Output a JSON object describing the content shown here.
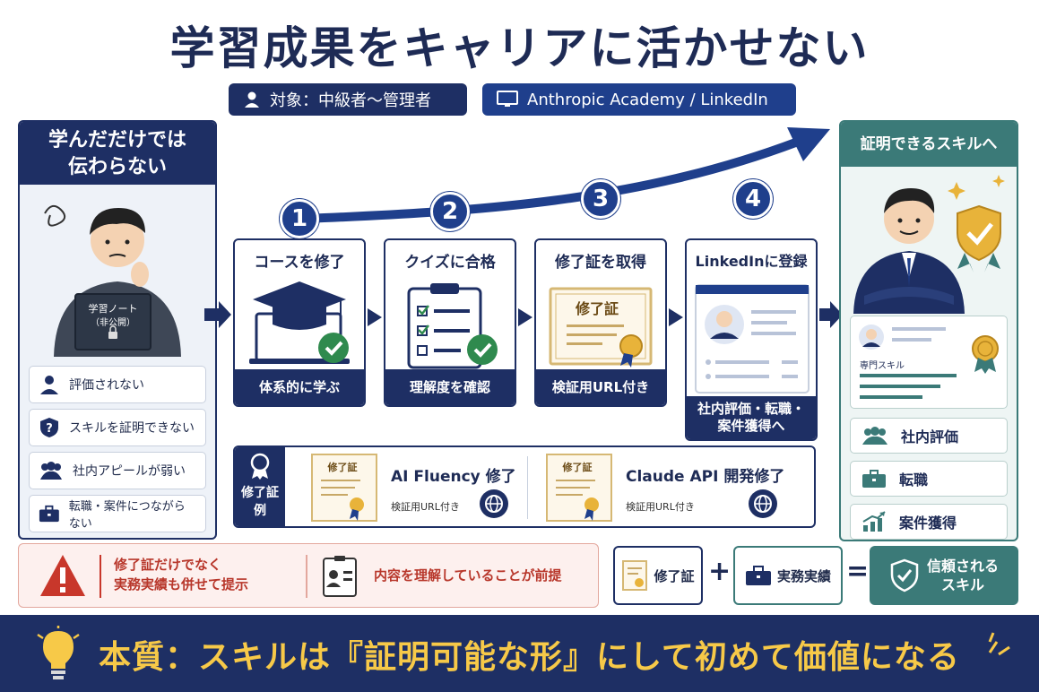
{
  "title": "学習成果をキャリアに活かせない",
  "tags": {
    "target": "対象：中級者〜管理者",
    "platform": "Anthropic Academy / LinkedIn"
  },
  "left_panel": {
    "heading_line1": "学んだだけでは",
    "heading_line2": "伝わらない",
    "notebook_line1": "学習ノート",
    "notebook_line2": "（非公開）",
    "problems": [
      "評価されない",
      "スキルを証明できない",
      "社内アピールが弱い",
      "転職・案件につながらない"
    ]
  },
  "steps": [
    {
      "number": "1",
      "title": "コースを修了",
      "footer": "体系的に学ぶ"
    },
    {
      "number": "2",
      "title": "クイズに合格",
      "footer": "理解度を確認"
    },
    {
      "number": "3",
      "title": "修了証を取得",
      "footer": "検証用URL付き",
      "cert_label": "修了証"
    },
    {
      "number": "4",
      "title": "LinkedInに登録",
      "footer_line1": "社内評価・転職・",
      "footer_line2": "案件獲得へ"
    }
  ],
  "cert_examples": {
    "side_line1": "修了証",
    "side_line2": "例",
    "items": [
      {
        "badge": "修了証",
        "name": "AI Fluency 修了",
        "sub": "検証用URL付き"
      },
      {
        "badge": "修了証",
        "name": "Claude API 開発修了",
        "sub": "検証用URL付き"
      }
    ]
  },
  "right_panel": {
    "heading": "証明できるスキルへ",
    "profile_label": "専門スキル",
    "results": [
      "社内評価",
      "転職",
      "案件獲得"
    ]
  },
  "notes": {
    "warning_line1": "修了証だけでなく",
    "warning_line2": "実務実績も併せて提示",
    "premise": "内容を理解していることが前提"
  },
  "equation": {
    "cert": "修了証",
    "plus": "+",
    "work": "実務実績",
    "equals": "=",
    "result_line1": "信頼される",
    "result_line2": "スキル"
  },
  "banner": "本質：スキルは『証明可能な形』にして初めて価値になる",
  "colors": {
    "navy": "#1e2f64",
    "blue": "#1f3f8c",
    "teal": "#3b7a78",
    "green_check": "#2f8a4e",
    "warning_red": "#c8372b",
    "gold": "#e8b33a"
  }
}
